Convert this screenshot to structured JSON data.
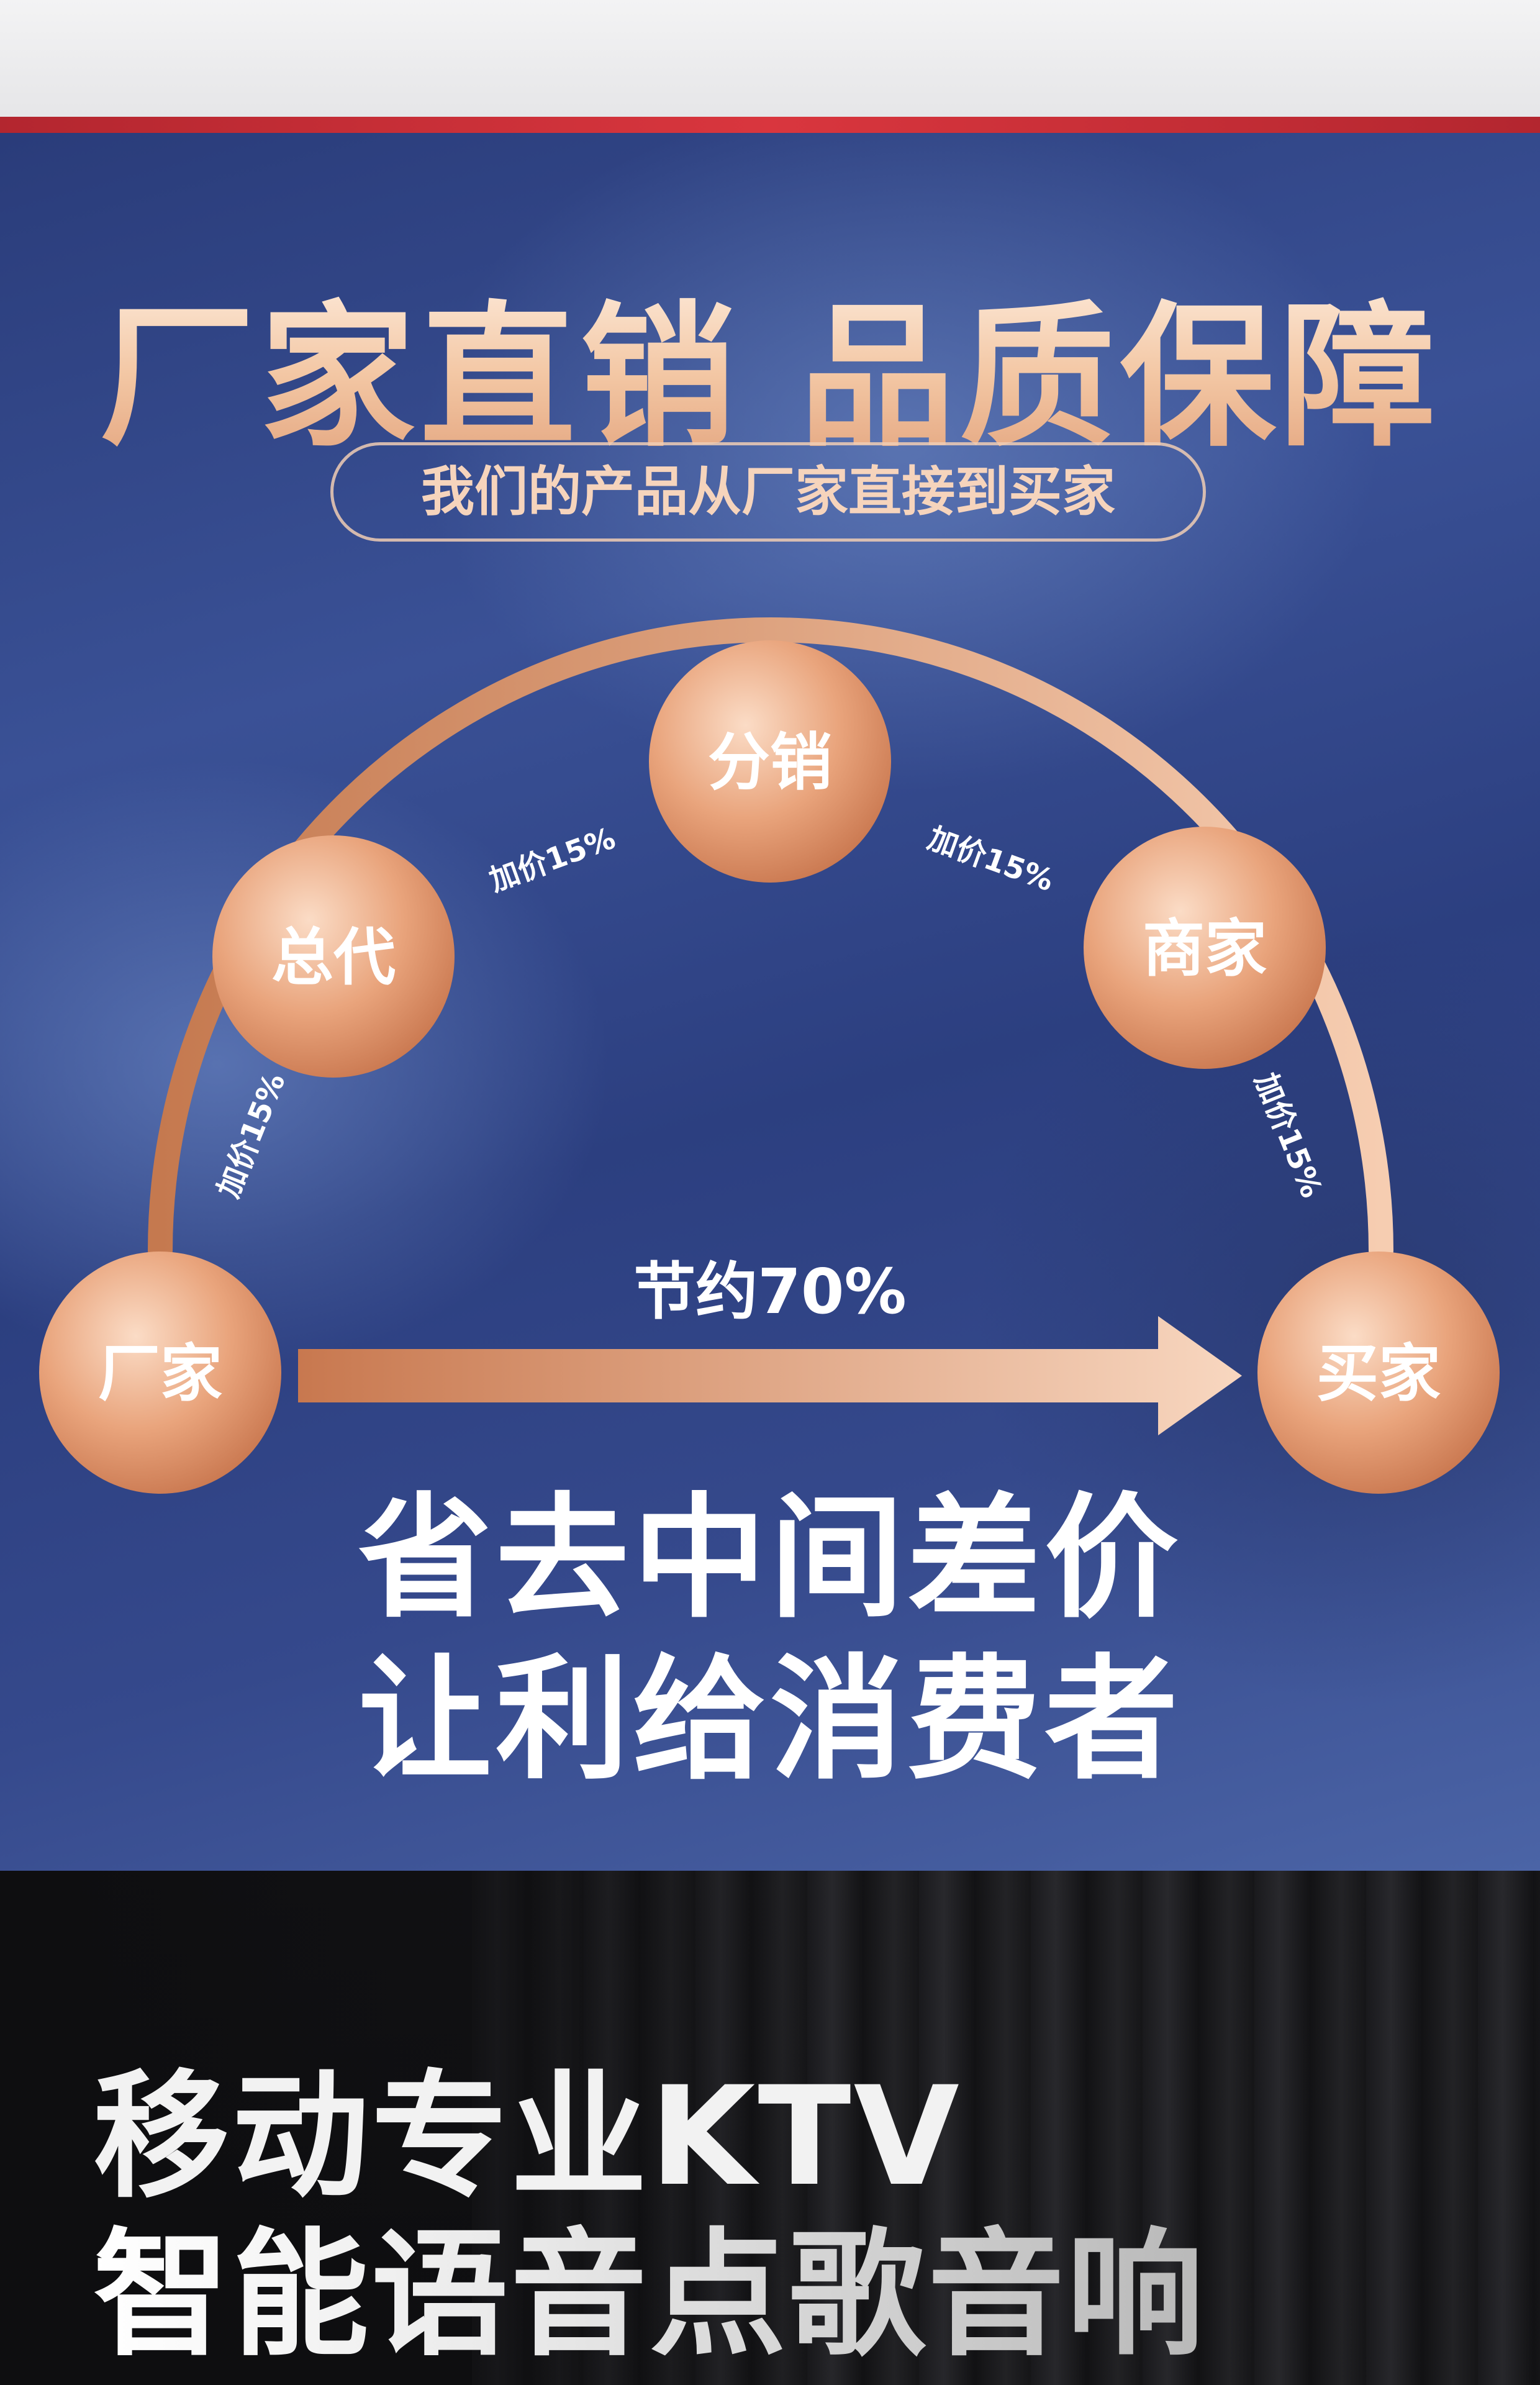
{
  "header": {
    "title": "厂家直销 品质保障",
    "subtitle": "我们的产品从厂家直接到买家"
  },
  "flow": {
    "nodes": [
      "厂家",
      "总代",
      "分销",
      "商家",
      "买家"
    ],
    "markup_labels": [
      "加价15%",
      "加价15%",
      "加价15%",
      "加价15%"
    ],
    "savings_label": "节约70%"
  },
  "slogan": {
    "line1": "省去中间差价",
    "line2": "让利给消费者"
  },
  "promo": {
    "line1": "移动专业KTV",
    "line2": "智能语音点歌音响"
  },
  "colors": {
    "accent_red": "#d9363e",
    "node_orange": "#e49b72",
    "panel_blue": "#33478a"
  }
}
